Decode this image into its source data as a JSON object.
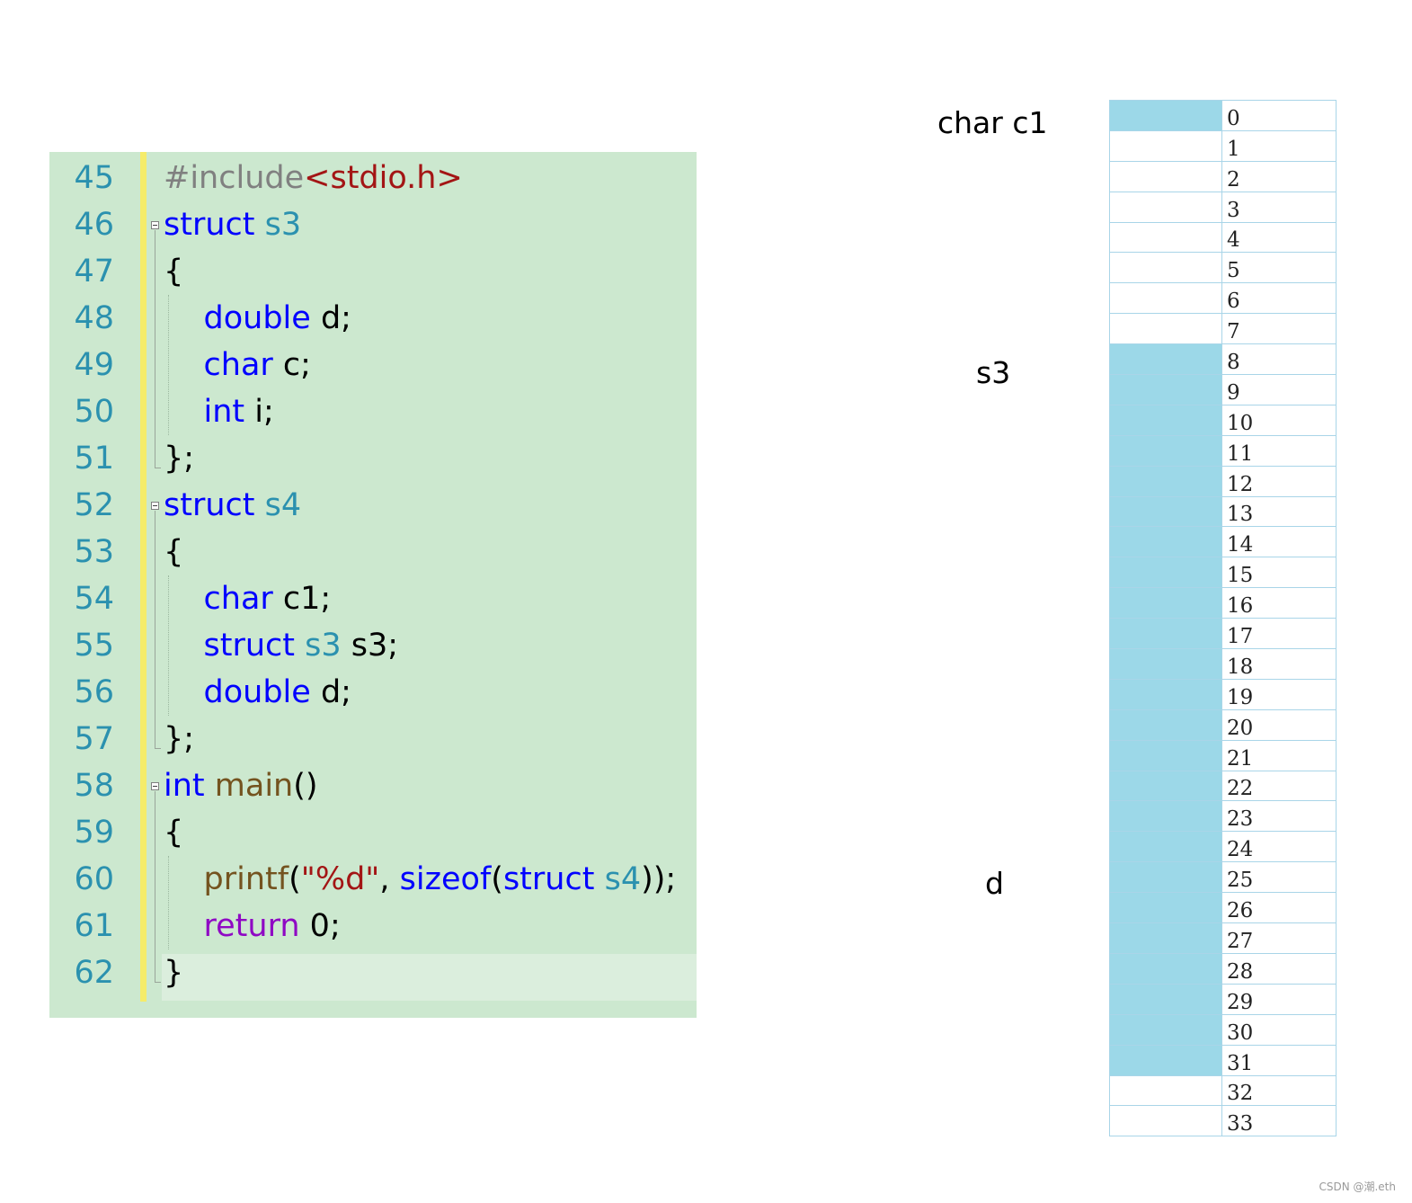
{
  "colors": {
    "editor_background": "#cce8cf",
    "keyword": "#0000ff",
    "type_name": "#2b91af",
    "function": "#74531f",
    "string": "#a31515",
    "control_keyword": "#8f08c4",
    "preprocessor": "#808080",
    "occupied_byte": "#9cd8e8"
  },
  "editor": {
    "lines": [
      {
        "num": "45",
        "tokens": [
          {
            "t": "#include",
            "c": "preprocessor"
          },
          {
            "t": "<stdio.h>",
            "c": "string"
          }
        ]
      },
      {
        "num": "46",
        "tokens": [
          {
            "t": "struct",
            "c": "keyword"
          },
          {
            "t": " ",
            "c": "plain"
          },
          {
            "t": "s3",
            "c": "type_name"
          }
        ]
      },
      {
        "num": "47",
        "tokens": [
          {
            "t": "{",
            "c": "plain"
          }
        ]
      },
      {
        "num": "48",
        "tokens": [
          {
            "t": "    ",
            "c": "plain"
          },
          {
            "t": "double",
            "c": "keyword"
          },
          {
            "t": " d;",
            "c": "plain"
          }
        ]
      },
      {
        "num": "49",
        "tokens": [
          {
            "t": "    ",
            "c": "plain"
          },
          {
            "t": "char",
            "c": "keyword"
          },
          {
            "t": " c;",
            "c": "plain"
          }
        ]
      },
      {
        "num": "50",
        "tokens": [
          {
            "t": "    ",
            "c": "plain"
          },
          {
            "t": "int",
            "c": "keyword"
          },
          {
            "t": " i;",
            "c": "plain"
          }
        ]
      },
      {
        "num": "51",
        "tokens": [
          {
            "t": "};",
            "c": "plain"
          }
        ]
      },
      {
        "num": "52",
        "tokens": [
          {
            "t": "struct",
            "c": "keyword"
          },
          {
            "t": " ",
            "c": "plain"
          },
          {
            "t": "s4",
            "c": "type_name"
          }
        ]
      },
      {
        "num": "53",
        "tokens": [
          {
            "t": "{",
            "c": "plain"
          }
        ]
      },
      {
        "num": "54",
        "tokens": [
          {
            "t": "    ",
            "c": "plain"
          },
          {
            "t": "char",
            "c": "keyword"
          },
          {
            "t": " c1;",
            "c": "plain"
          }
        ]
      },
      {
        "num": "55",
        "tokens": [
          {
            "t": "    ",
            "c": "plain"
          },
          {
            "t": "struct",
            "c": "keyword"
          },
          {
            "t": " ",
            "c": "plain"
          },
          {
            "t": "s3",
            "c": "type_name"
          },
          {
            "t": " s3;",
            "c": "plain"
          }
        ]
      },
      {
        "num": "56",
        "tokens": [
          {
            "t": "    ",
            "c": "plain"
          },
          {
            "t": "double",
            "c": "keyword"
          },
          {
            "t": " d;",
            "c": "plain"
          }
        ]
      },
      {
        "num": "57",
        "tokens": [
          {
            "t": "};",
            "c": "plain"
          }
        ]
      },
      {
        "num": "58",
        "tokens": [
          {
            "t": "int",
            "c": "keyword"
          },
          {
            "t": " ",
            "c": "plain"
          },
          {
            "t": "main",
            "c": "function"
          },
          {
            "t": "()",
            "c": "plain"
          }
        ]
      },
      {
        "num": "59",
        "tokens": [
          {
            "t": "{",
            "c": "plain"
          }
        ]
      },
      {
        "num": "60",
        "tokens": [
          {
            "t": "    ",
            "c": "plain"
          },
          {
            "t": "printf",
            "c": "function"
          },
          {
            "t": "(",
            "c": "plain"
          },
          {
            "t": "\"%d\"",
            "c": "string"
          },
          {
            "t": ", ",
            "c": "plain"
          },
          {
            "t": "sizeof",
            "c": "keyword"
          },
          {
            "t": "(",
            "c": "plain"
          },
          {
            "t": "struct",
            "c": "keyword"
          },
          {
            "t": " ",
            "c": "plain"
          },
          {
            "t": "s4",
            "c": "type_name"
          },
          {
            "t": "));",
            "c": "plain"
          }
        ]
      },
      {
        "num": "61",
        "tokens": [
          {
            "t": "    ",
            "c": "plain"
          },
          {
            "t": "return",
            "c": "control_keyword"
          },
          {
            "t": " 0;",
            "c": "plain"
          }
        ]
      },
      {
        "num": "62",
        "tokens": [
          {
            "t": "}",
            "c": "plain"
          }
        ]
      }
    ]
  },
  "memory": {
    "offsets": [
      "0",
      "1",
      "2",
      "3",
      "4",
      "5",
      "6",
      "7",
      "8",
      "9",
      "10",
      "11",
      "12",
      "13",
      "14",
      "15",
      "16",
      "17",
      "18",
      "19",
      "20",
      "21",
      "22",
      "23",
      "24",
      "25",
      "26",
      "27",
      "28",
      "29",
      "30",
      "31",
      "32",
      "33"
    ],
    "occupied": [
      0,
      8,
      9,
      10,
      11,
      12,
      13,
      14,
      15,
      16,
      17,
      18,
      19,
      20,
      21,
      22,
      23,
      24,
      25,
      26,
      27,
      28,
      29,
      30,
      31
    ],
    "labels": {
      "c1": "char c1",
      "s3": "s3",
      "d": "d"
    }
  },
  "watermark": "CSDN @潮.eth"
}
